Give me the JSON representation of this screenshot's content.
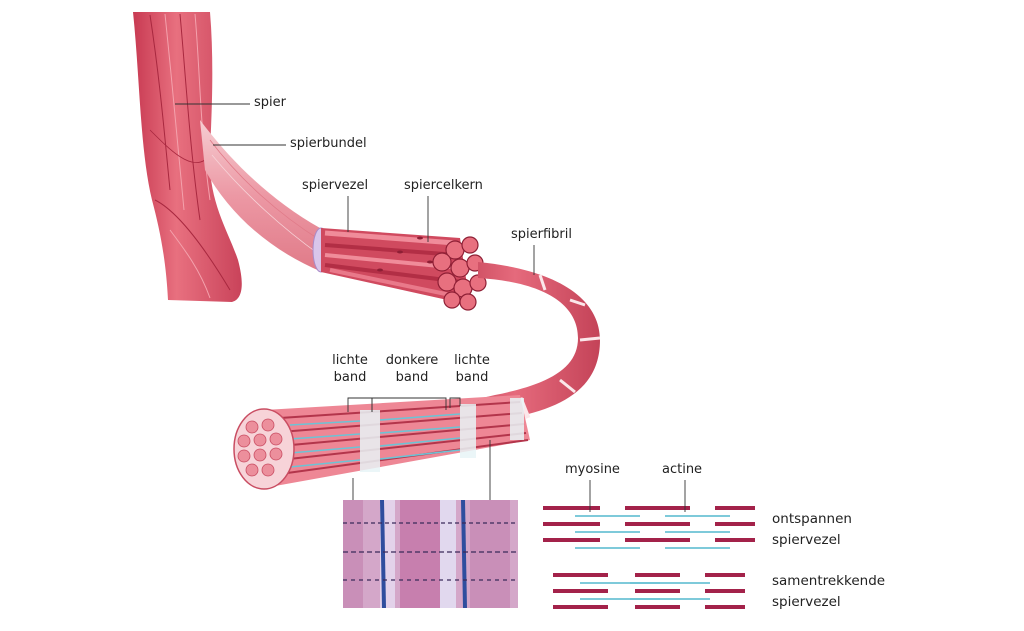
{
  "labels": {
    "spier": "spier",
    "spierbundel": "spierbundel",
    "spiervezel": "spiervezel",
    "spiercelkern": "spiercelkern",
    "spierfibril": "spierfibril",
    "lichte_band_1": [
      "lichte",
      "band"
    ],
    "donkere_band": [
      "donkere",
      "band"
    ],
    "lichte_band_2": [
      "lichte",
      "band"
    ],
    "myosine": "myosine",
    "actine": "actine",
    "ontspannen": [
      "ontspannen",
      "spiervezel"
    ],
    "samentrekkende": [
      "samentrekkende",
      "spiervezel"
    ]
  },
  "colors": {
    "muscle": "#e0576a",
    "muscle_dark": "#b8334a",
    "muscle_light": "#f3b9c0",
    "myosin": "#a3224a",
    "actin": "#6cc3d5",
    "leader": "#333333"
  }
}
